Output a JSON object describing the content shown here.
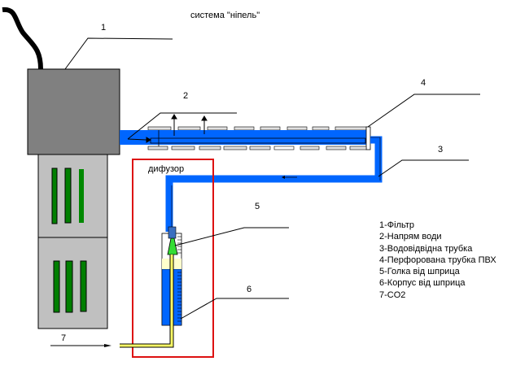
{
  "title": "система \"ніпель\"",
  "diffuser_label": "дифузор",
  "callouts": {
    "c1": "1",
    "c2": "2",
    "c3": "3",
    "c4": "4",
    "c5": "5",
    "c6": "6",
    "c7": "7"
  },
  "legend": [
    "1-Фільтр",
    "2-Напрям води",
    "3-Водовідвідна трубка",
    "4-Перфорована трубка ПВХ",
    "5-Голка від шприца",
    "6-Корпус від шприца",
    "7-CO2"
  ],
  "colors": {
    "filter_body": "#808080",
    "filter_base": "#c0c0c0",
    "slots": "#007f00",
    "water_tube": "#0066ff",
    "needle": "#33dd33",
    "co2_tube": "#ffff66",
    "diffuser_frame": "#dd1111"
  }
}
